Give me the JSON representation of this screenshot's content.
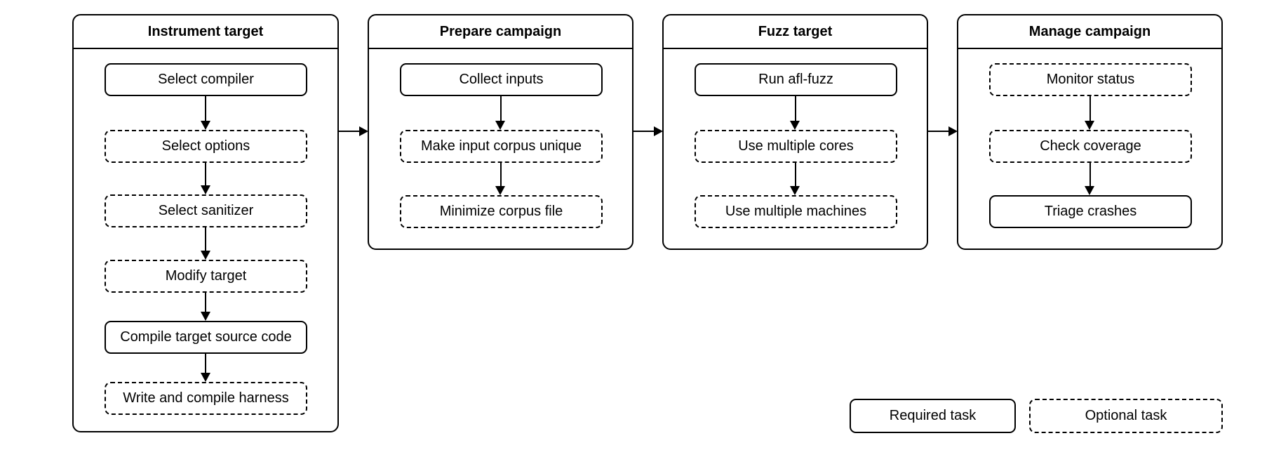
{
  "diagram": {
    "type": "flowchart",
    "description": "Fuzzing campaign workflow with required and optional tasks",
    "colors": {
      "stroke": "#000000",
      "fill": "#ffffff",
      "text": "#000000"
    },
    "columns": [
      {
        "title": "Instrument target",
        "tasks": [
          {
            "label": "Select compiler",
            "type": "required"
          },
          {
            "label": "Select options",
            "type": "optional"
          },
          {
            "label": "Select sanitizer",
            "type": "optional"
          },
          {
            "label": "Modify target",
            "type": "optional"
          },
          {
            "label": "Compile target source code",
            "type": "required"
          },
          {
            "label": "Write and compile harness",
            "type": "optional"
          }
        ]
      },
      {
        "title": "Prepare campaign",
        "tasks": [
          {
            "label": "Collect inputs",
            "type": "required"
          },
          {
            "label": "Make input corpus unique",
            "type": "optional"
          },
          {
            "label": "Minimize corpus file",
            "type": "optional"
          }
        ]
      },
      {
        "title": "Fuzz target",
        "tasks": [
          {
            "label": "Run afl-fuzz",
            "type": "required"
          },
          {
            "label": "Use multiple cores",
            "type": "optional"
          },
          {
            "label": "Use multiple machines",
            "type": "optional"
          }
        ]
      },
      {
        "title": "Manage campaign",
        "tasks": [
          {
            "label": "Monitor status",
            "type": "optional"
          },
          {
            "label": "Check coverage",
            "type": "optional"
          },
          {
            "label": "Triage crashes",
            "type": "required"
          }
        ]
      }
    ],
    "legend": {
      "required_label": "Required task",
      "optional_label": "Optional task"
    }
  }
}
